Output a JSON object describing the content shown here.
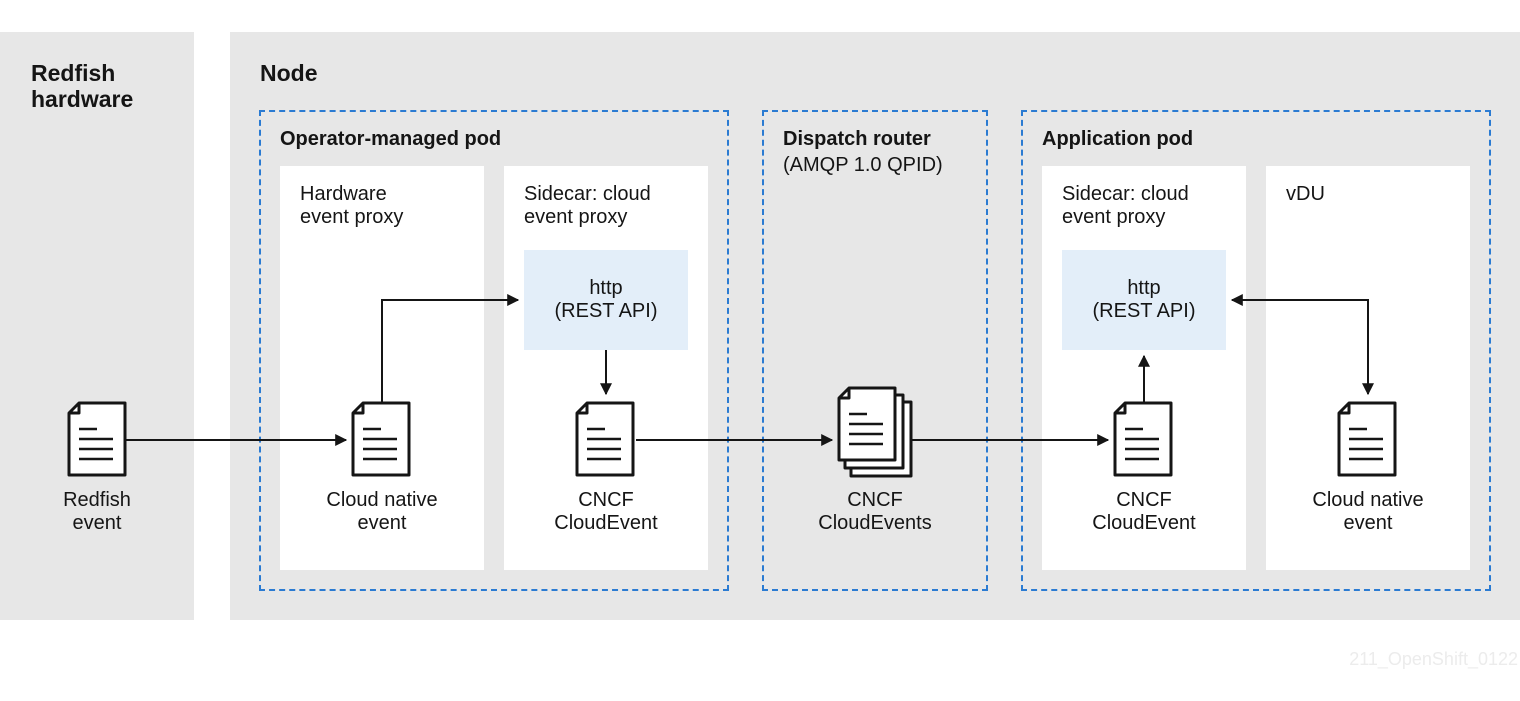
{
  "hardware": {
    "title_line1": "Redfish",
    "title_line2": "hardware"
  },
  "node": {
    "title": "Node"
  },
  "operator_pod": {
    "title": "Operator-managed pod",
    "hw_proxy": {
      "line1": "Hardware",
      "line2": "event proxy"
    },
    "sidecar": {
      "line1": "Sidecar: cloud",
      "line2": "event proxy",
      "http_line1": "http",
      "http_line2": "(REST API)"
    }
  },
  "dispatch": {
    "title": "Dispatch router",
    "subtitle": "(AMQP 1.0 QPID)"
  },
  "app_pod": {
    "title": "Application pod",
    "sidecar": {
      "line1": "Sidecar: cloud",
      "line2": "event proxy",
      "http_line1": "http",
      "http_line2": "(REST API)"
    },
    "vdu": {
      "title": "vDU"
    }
  },
  "events": {
    "redfish": {
      "line1": "Redfish",
      "line2": "event"
    },
    "cloud_native_1": {
      "line1": "Cloud native",
      "line2": "event"
    },
    "cncf_1": {
      "line1": "CNCF",
      "line2": "CloudEvent"
    },
    "cncf_multi": {
      "line1": "CNCF",
      "line2": "CloudEvents"
    },
    "cncf_2": {
      "line1": "CNCF",
      "line2": "CloudEvent"
    },
    "cloud_native_2": {
      "line1": "Cloud native",
      "line2": "event"
    }
  },
  "icons": {
    "document": "document-icon",
    "documents": "documents-stack-icon"
  },
  "colors": {
    "panel": "#e7e7e7",
    "dashed_border": "#2b7bd2",
    "http_box": "#e3eef9",
    "line": "#151515"
  },
  "watermark": "211_OpenShift_0122"
}
